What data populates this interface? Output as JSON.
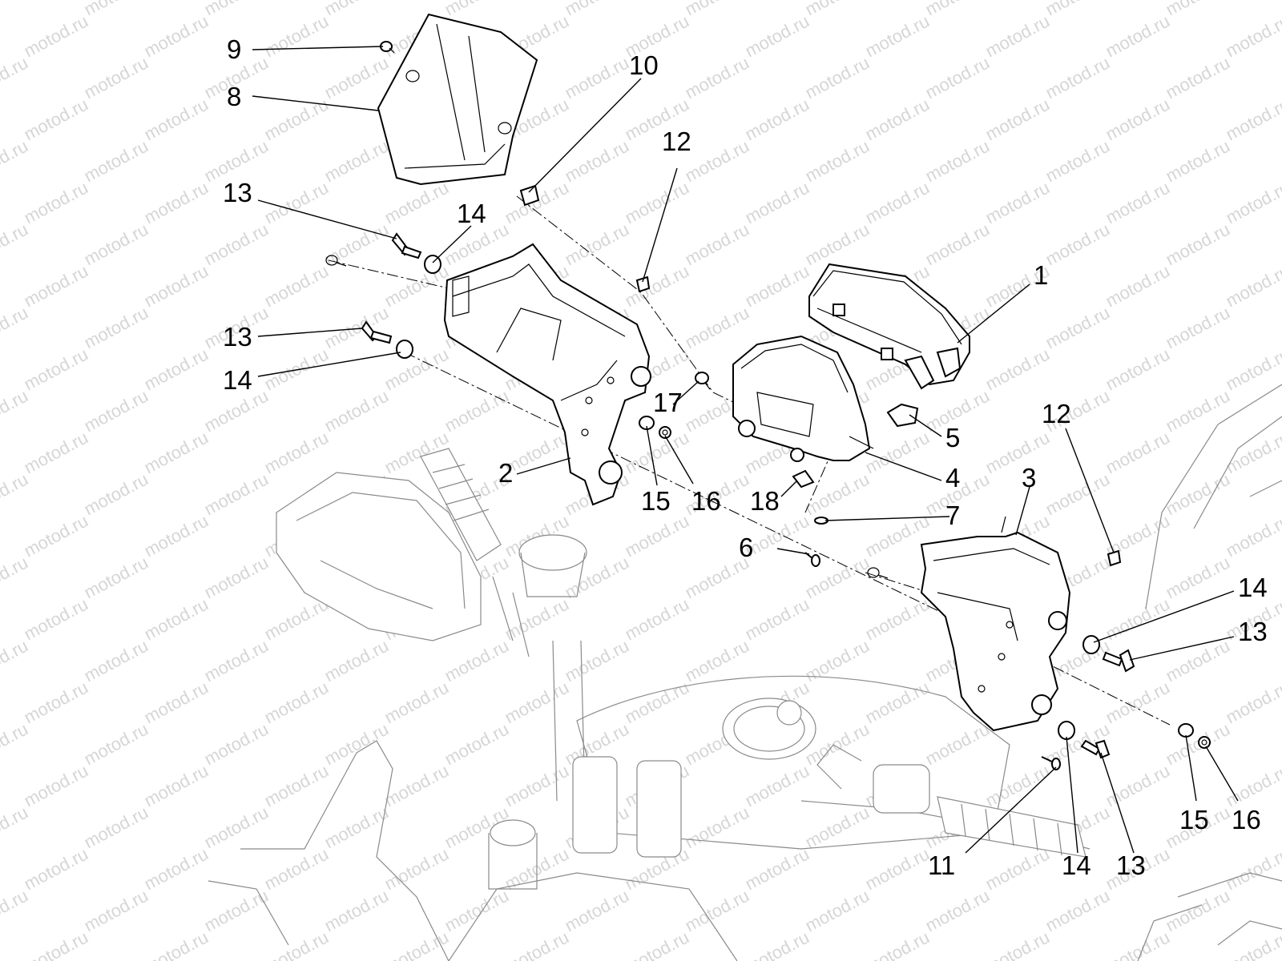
{
  "watermark": "motod.ru",
  "labels": {
    "c1": "1",
    "c2": "2",
    "c3": "3",
    "c4": "4",
    "c5": "5",
    "c6": "6",
    "c7": "7",
    "c8": "8",
    "c9": "9",
    "c10": "10",
    "c11": "11",
    "c12a": "12",
    "c12b": "12",
    "c13a": "13",
    "c13b": "13",
    "c13c": "13",
    "c13d": "13",
    "c14a": "14",
    "c14b": "14",
    "c14c": "14",
    "c14d": "14",
    "c15a": "15",
    "c15b": "15",
    "c16a": "16",
    "c16b": "16",
    "c17": "17",
    "c18": "18"
  }
}
